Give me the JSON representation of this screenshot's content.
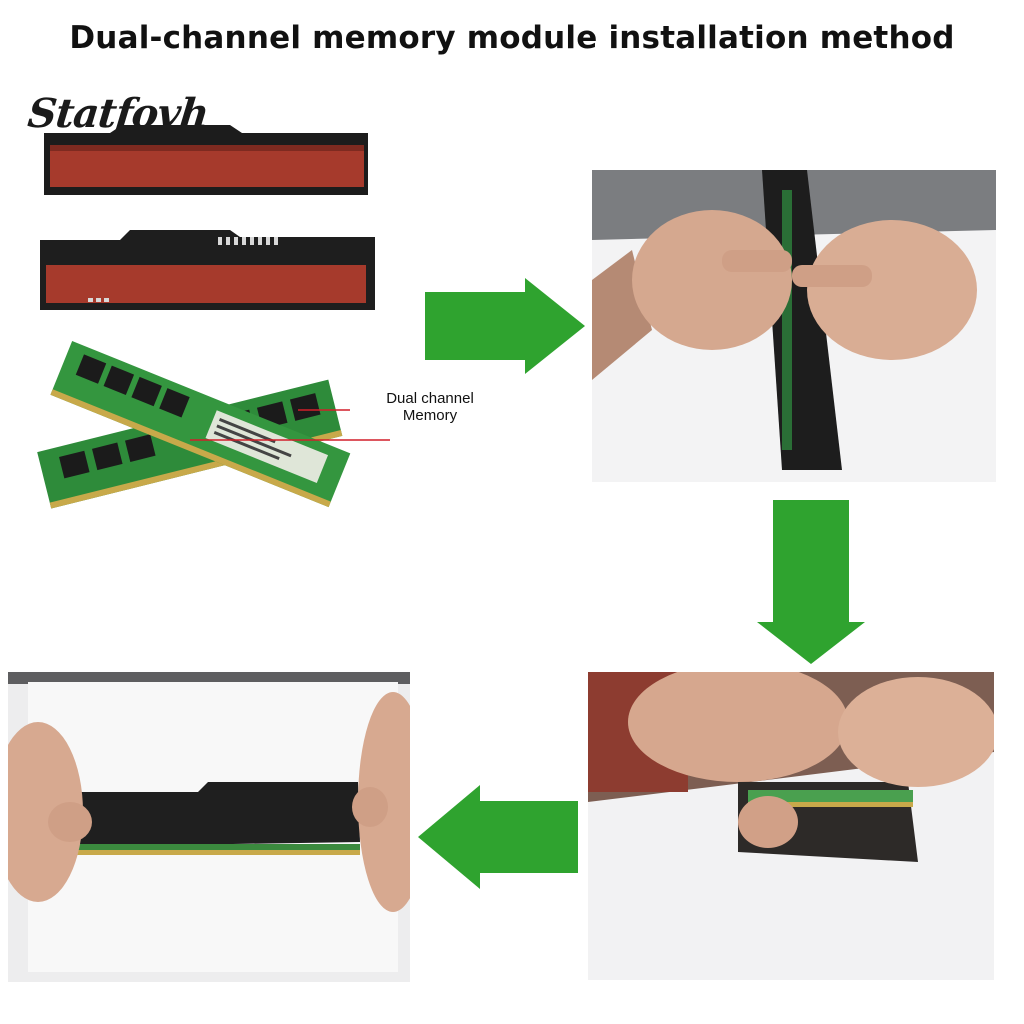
{
  "title": "Dual-channel memory module installation method",
  "brand": "Statfovh",
  "callout": {
    "line1": "Dual channel",
    "line2": "Memory"
  },
  "colors": {
    "arrow_green": "#2fa32f",
    "heatsink_red": "#a63a2c",
    "heatsink_black": "#1c1c1c",
    "pcb_green": "#2e8b3a",
    "callout_line": "#d21f2a"
  },
  "steps": [
    {
      "id": "step-parts",
      "content": "two heatsink halves and two memory modules"
    },
    {
      "id": "step-attach-first-half"
    },
    {
      "id": "step-attach-second-half"
    },
    {
      "id": "step-finished-module"
    }
  ],
  "arrows": [
    {
      "id": "arrow-right",
      "direction": "right"
    },
    {
      "id": "arrow-down",
      "direction": "down"
    },
    {
      "id": "arrow-left",
      "direction": "left"
    }
  ]
}
